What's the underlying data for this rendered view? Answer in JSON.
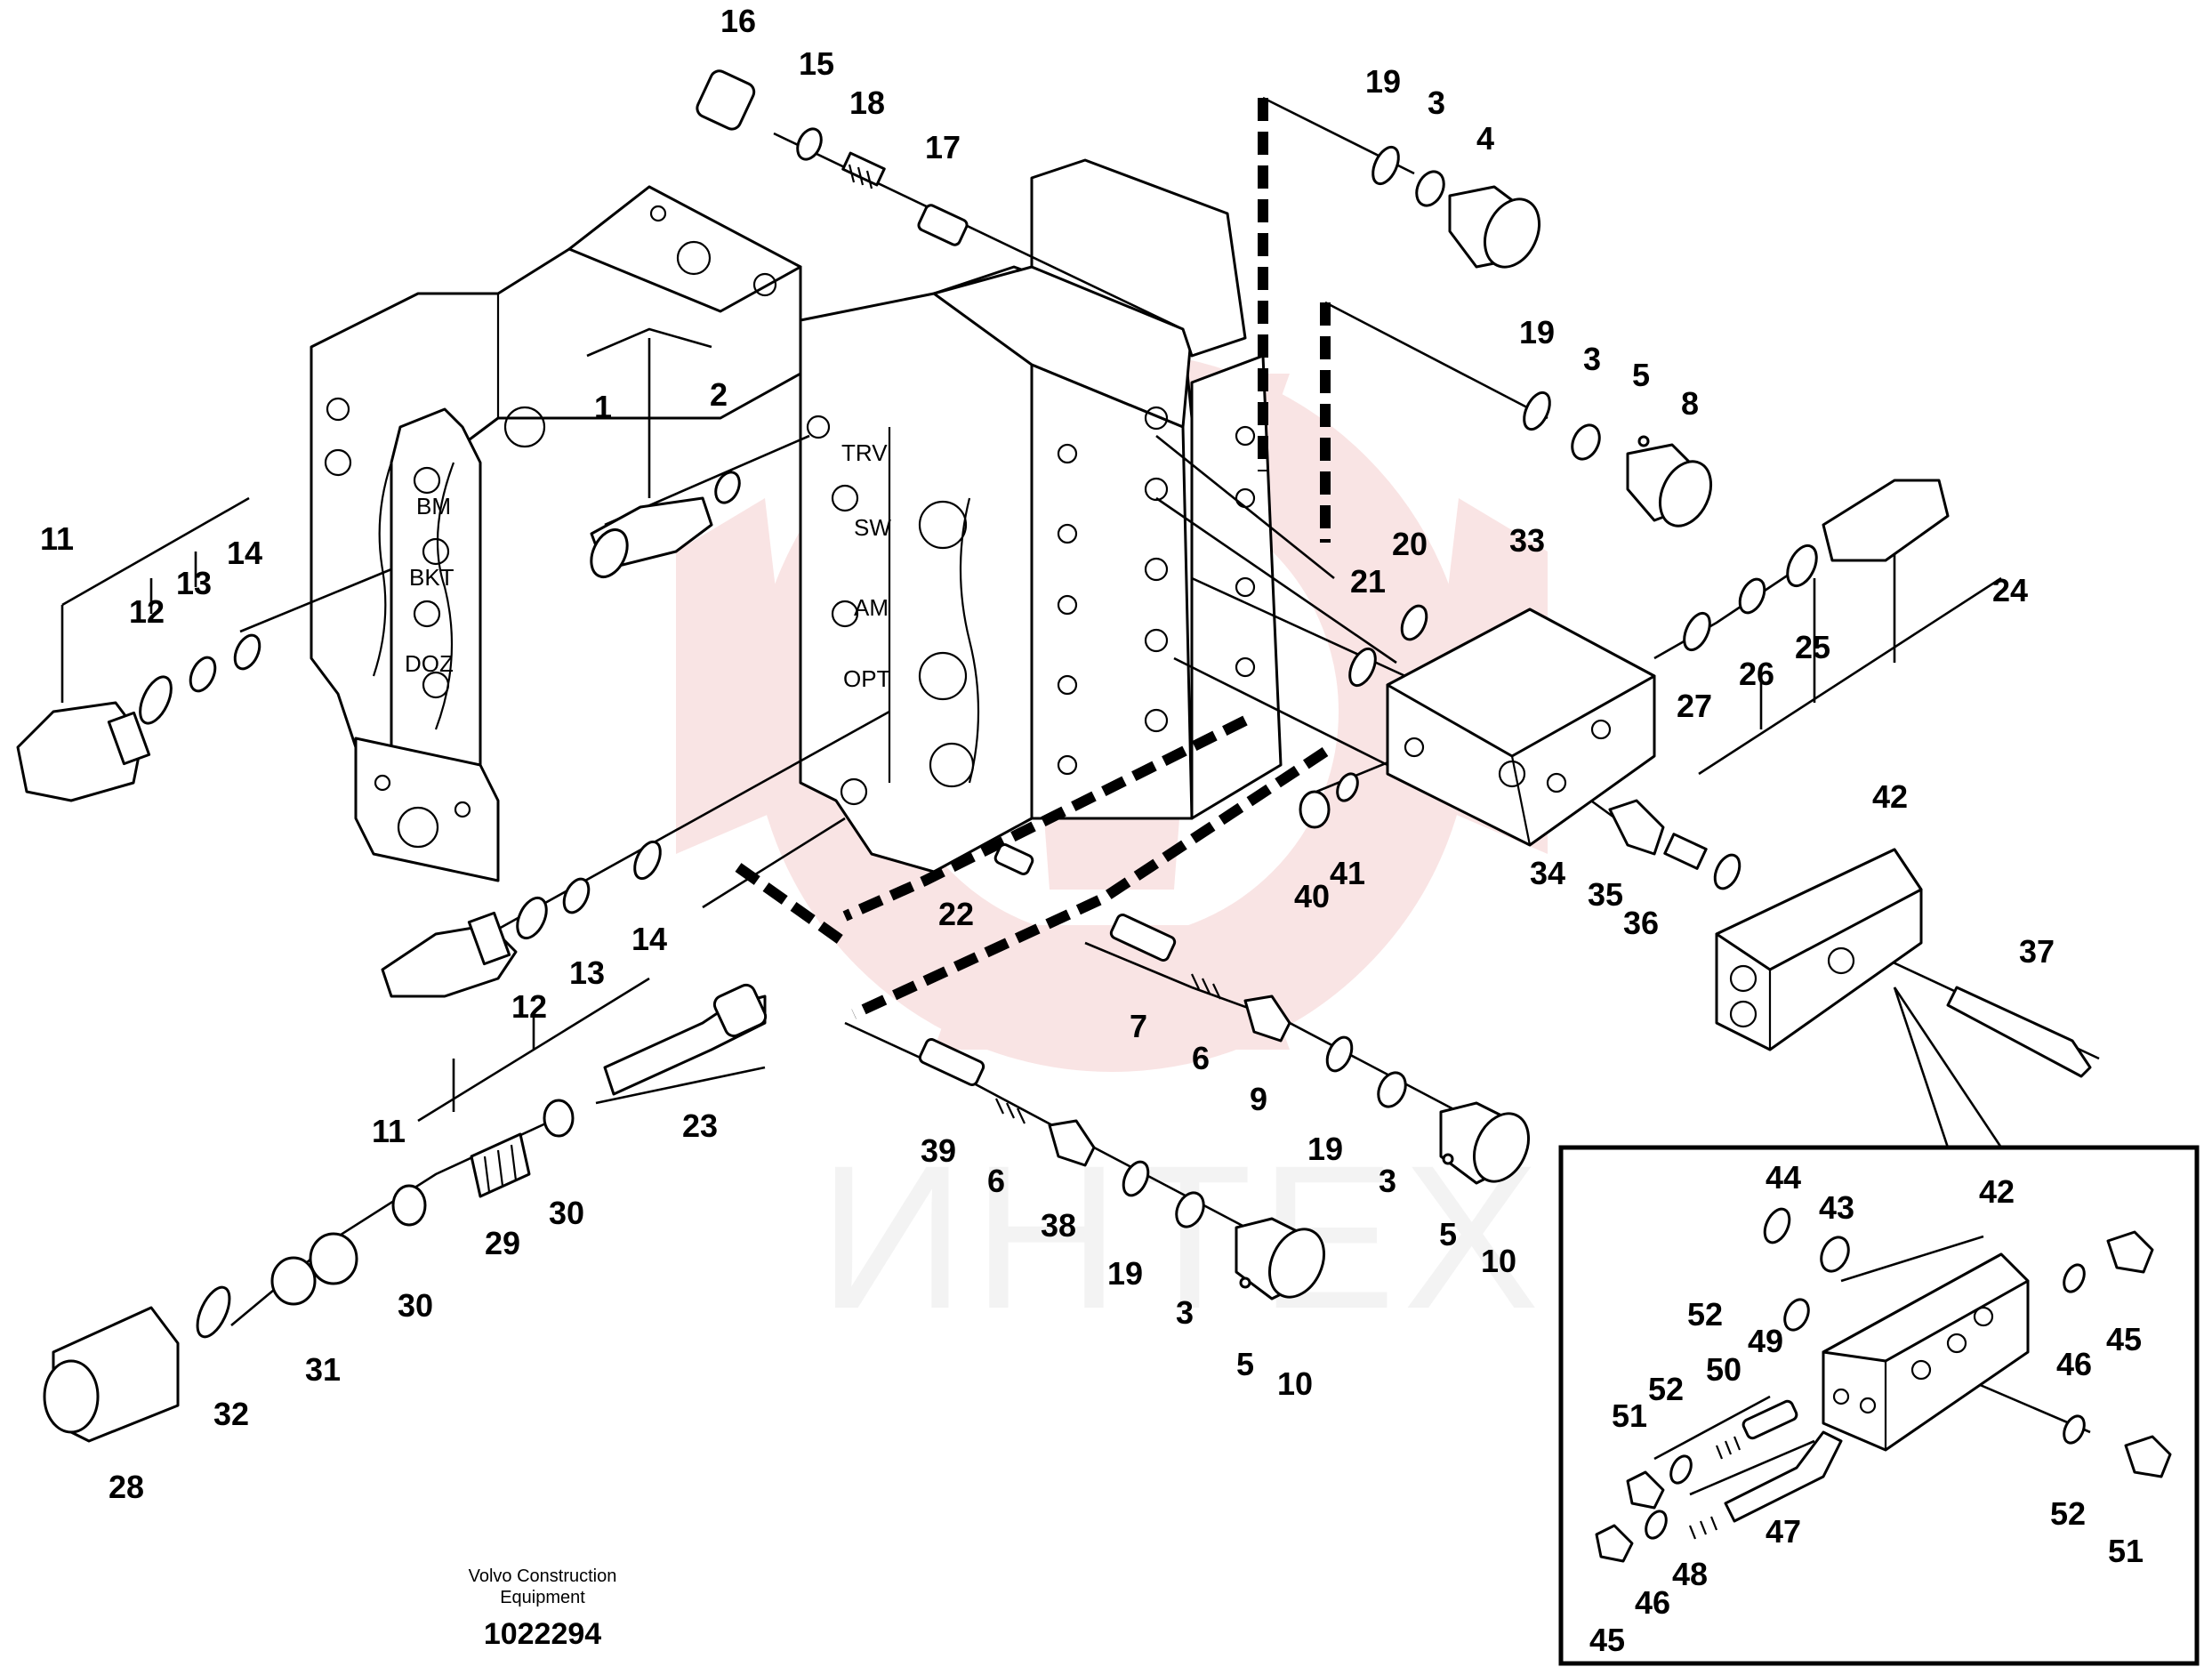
{
  "document": {
    "publisher_line1": "Volvo Construction",
    "publisher_line2": "Equipment",
    "drawing_number": "1022294"
  },
  "watermark": {
    "text": "ИНТЕХ",
    "color": "#f2c4c4"
  },
  "valve_labels": {
    "bm": "BM",
    "bkt": "BKT",
    "doz": "DOZ",
    "trv": "TRV",
    "sw": "SW",
    "am": "AM",
    "opt": "OPT"
  },
  "callouts": {
    "c16": "16",
    "c15": "15",
    "c18": "18",
    "c17": "17",
    "c19a": "19",
    "c3a": "3",
    "c4": "4",
    "c19b": "19",
    "c3b": "3",
    "c5a": "5",
    "c8": "8",
    "c1": "1",
    "c2": "2",
    "c11a": "11",
    "c12a": "12",
    "c13a": "13",
    "c14a": "14",
    "c20": "20",
    "c21": "21",
    "c33": "33",
    "c24": "24",
    "c27": "27",
    "c26": "26",
    "c25": "25",
    "c40": "40",
    "c41": "41",
    "c22": "22",
    "c34": "34",
    "c35": "35",
    "c36": "36",
    "c42a": "42",
    "c37": "37",
    "c14b": "14",
    "c13b": "13",
    "c12b": "12",
    "c11b": "11",
    "c23": "23",
    "c7": "7",
    "c6a": "6",
    "c9": "9",
    "c19c": "19",
    "c3c": "3",
    "c5b": "5",
    "c10a": "10",
    "c29": "29",
    "c30a": "30",
    "c30b": "30",
    "c31": "31",
    "c32": "32",
    "c28": "28",
    "c39": "39",
    "c6b": "6",
    "c38": "38",
    "c19d": "19",
    "c3d": "3",
    "c5c": "5",
    "c10b": "10",
    "c44": "44",
    "c43": "43",
    "c42b": "42",
    "c52a": "52",
    "c49": "49",
    "c50": "50",
    "c52b": "52",
    "c51a": "51",
    "c45a": "45",
    "c46a": "46",
    "c47": "47",
    "c48": "48",
    "c46b": "46",
    "c45b": "45",
    "c52c": "52",
    "c51b": "51"
  }
}
